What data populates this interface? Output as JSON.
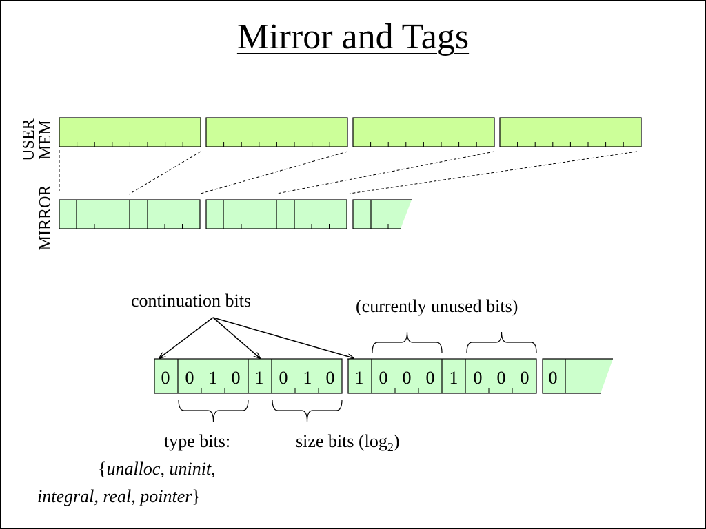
{
  "title": "Mirror and Tags",
  "labels": {
    "user_mem_line1": "USER",
    "user_mem_line2": "MEM",
    "mirror": "MIRROR",
    "continuation_bits": "continuation bits",
    "unused_bits": "(currently unused bits)",
    "type_bits": "type bits:",
    "type_values_line1_prefix": "{",
    "type_values_line1": "unalloc, uninit,",
    "type_values_line2": "integral, real, pointer",
    "type_values_line2_suffix": "}",
    "size_bits_prefix": "size bits (log",
    "size_bits_sub": "2",
    "size_bits_suffix": ")"
  },
  "bits": [
    "0",
    "0",
    "1",
    "0",
    "1",
    "0",
    "1",
    "0",
    "1",
    "0",
    "0",
    "0",
    "1",
    "0",
    "0",
    "0",
    "0"
  ],
  "colors": {
    "user_mem_fill": "#ccff99",
    "mirror_fill": "#ccffcc",
    "stroke": "#000000"
  }
}
